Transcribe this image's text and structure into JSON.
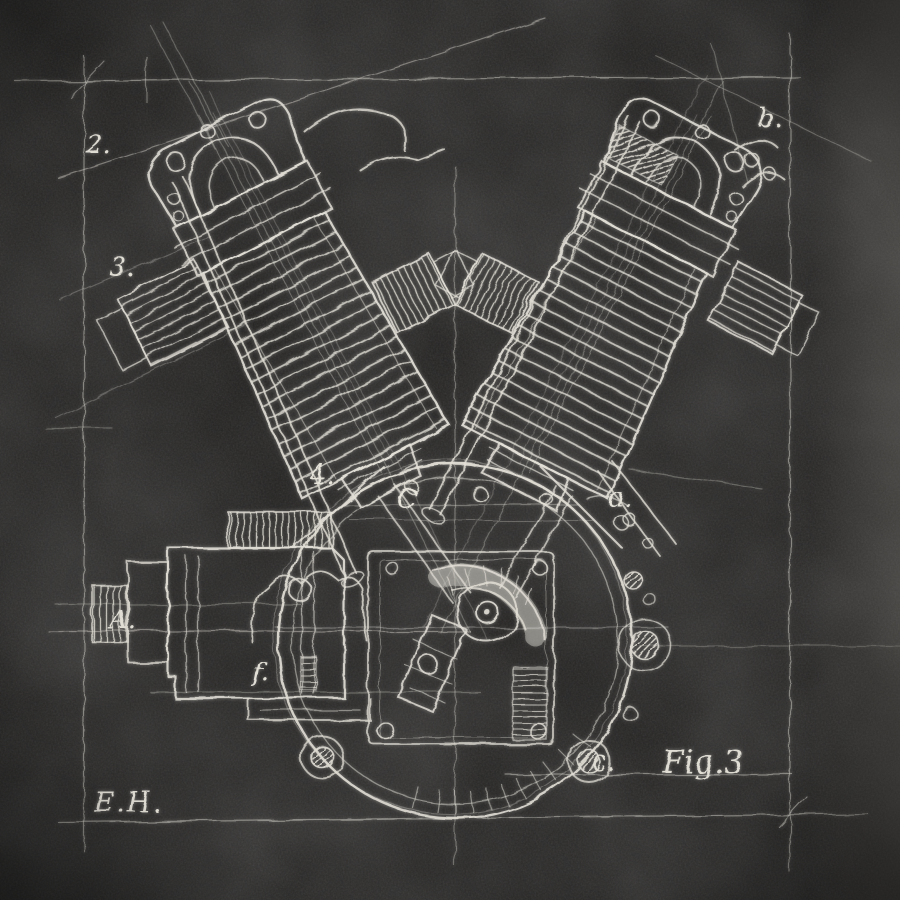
{
  "artwork": {
    "alt": "Hand-drawn chalk blueprint sketch of a V-twin motorcycle engine cross-section on a dark charcoal board",
    "caption": "Fig.3",
    "signature": "E.H.",
    "colors": {
      "background": "#1d1c1b",
      "chalk": "#e6e3da"
    },
    "part_labels": [
      {
        "id": "2",
        "text": "2."
      },
      {
        "id": "3",
        "text": "3."
      },
      {
        "id": "4",
        "text": "4."
      },
      {
        "id": "A",
        "text": "A."
      },
      {
        "id": "f",
        "text": "f."
      },
      {
        "id": "C",
        "text": "C"
      },
      {
        "id": "a",
        "text": "a."
      },
      {
        "id": "b",
        "text": "b."
      },
      {
        "id": "c",
        "text": "c."
      }
    ]
  }
}
